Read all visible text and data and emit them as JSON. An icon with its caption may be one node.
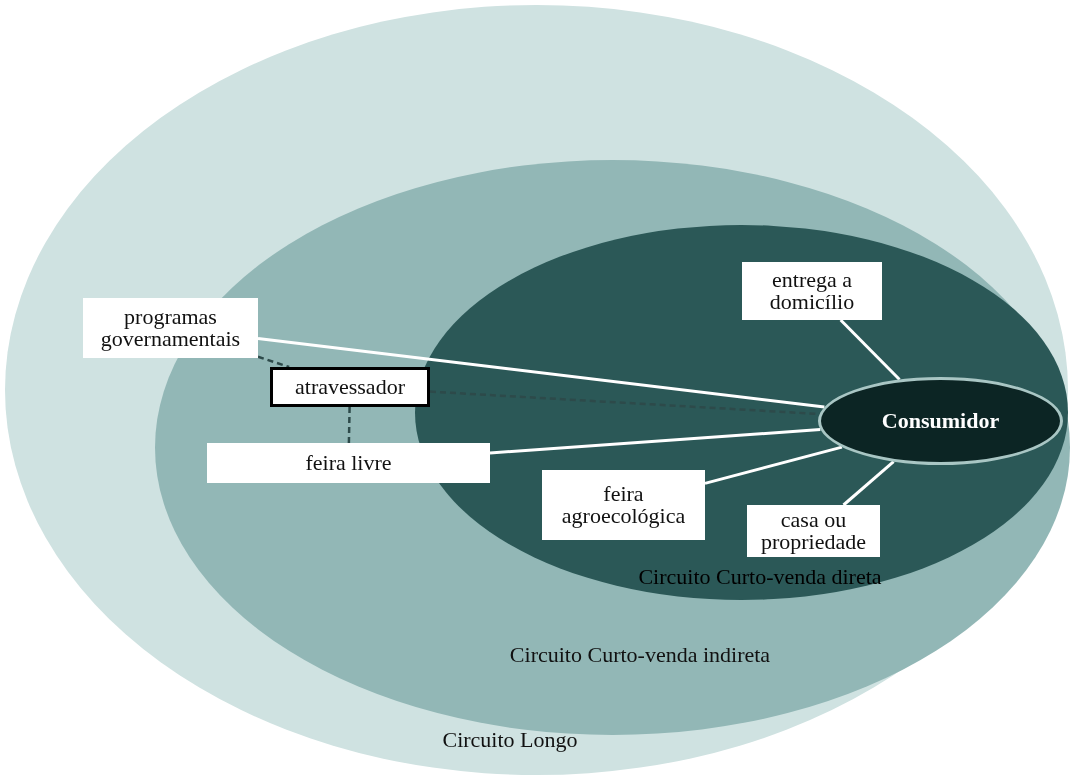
{
  "diagram": {
    "nodes": [
      {
        "text": [
          "Circuito Longo"
        ]
      },
      {
        "text": [
          "Circuito Curto-venda indireta"
        ],
        "in": 0
      },
      {
        "text": [
          "Circuito Curto-venda direta"
        ],
        "in": 1
      },
      {
        "text": [
          "programas governamentais"
        ],
        "in": 0
      },
      {
        "text": [
          "atravessador"
        ],
        "in": 1
      },
      {
        "text": [
          "feira livre"
        ],
        "in": 1
      },
      {
        "text": [
          "entrega a domicílio"
        ],
        "in": 2
      },
      {
        "text": [
          "Consumidor"
        ],
        "in": 2
      },
      {
        "text": [
          "feira agroecológica"
        ],
        "in": 2
      },
      {
        "text": [
          "casa ou propriedade"
        ],
        "in": 2
      }
    ],
    "edges": [
      {
        "from": 3,
        "to": 7,
        "arrow": "none"
      },
      {
        "from": 6,
        "to": 7,
        "arrow": "none"
      },
      {
        "from": 4,
        "to": 7,
        "arrow": "none",
        "style": "dashed",
        "color": "#2d4a4a"
      },
      {
        "from": 5,
        "to": 7,
        "arrow": "none"
      },
      {
        "from": 8,
        "to": 7,
        "arrow": "none"
      },
      {
        "from": 9,
        "to": 7,
        "arrow": "none"
      },
      {
        "from": 3,
        "to": 4,
        "arrow": "none",
        "style": "dashed",
        "color": "#2d4a4a"
      },
      {
        "from": 5,
        "to": 4,
        "arrow": "none",
        "style": "dashed",
        "color": "#2d4a4a"
      }
    ]
  }
}
